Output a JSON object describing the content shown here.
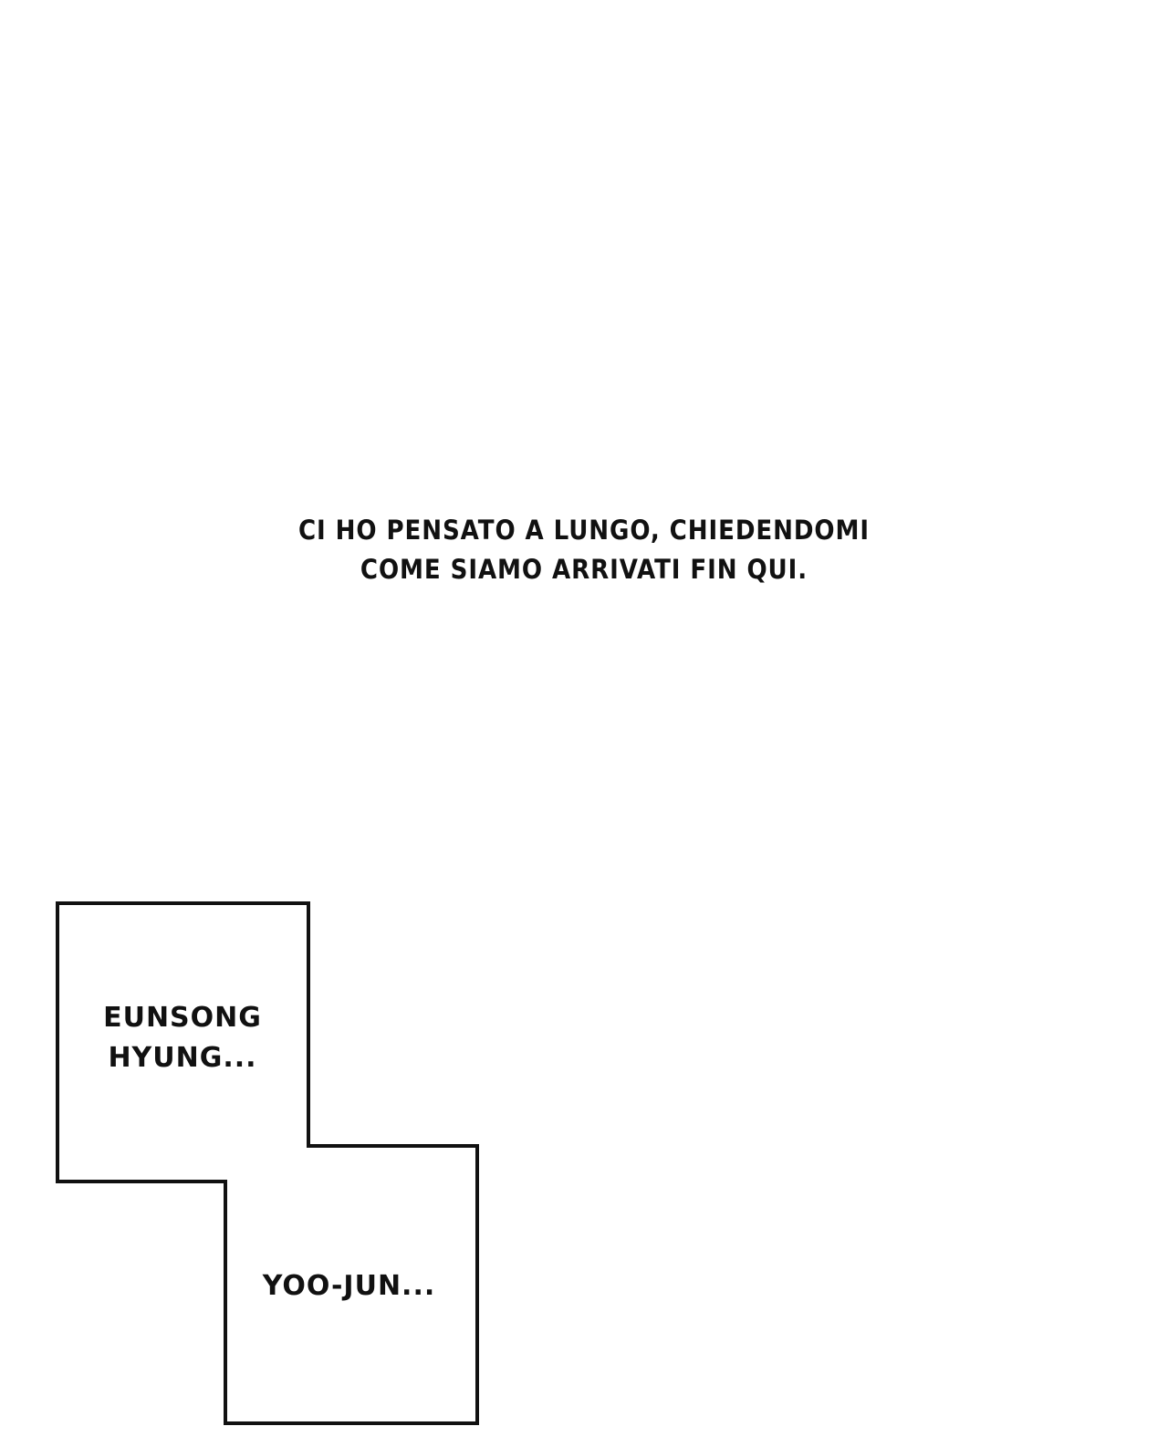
{
  "narration": {
    "line1": "CI HO PENSATO A LUNGO, CHIEDENDOMI",
    "line2": "COME SIAMO ARRIVATI FIN QUI."
  },
  "panel_texts": [
    {
      "line1": "EUNSONG",
      "line2": "HYUNG..."
    },
    {
      "line1": "YOO-JUN..."
    }
  ]
}
